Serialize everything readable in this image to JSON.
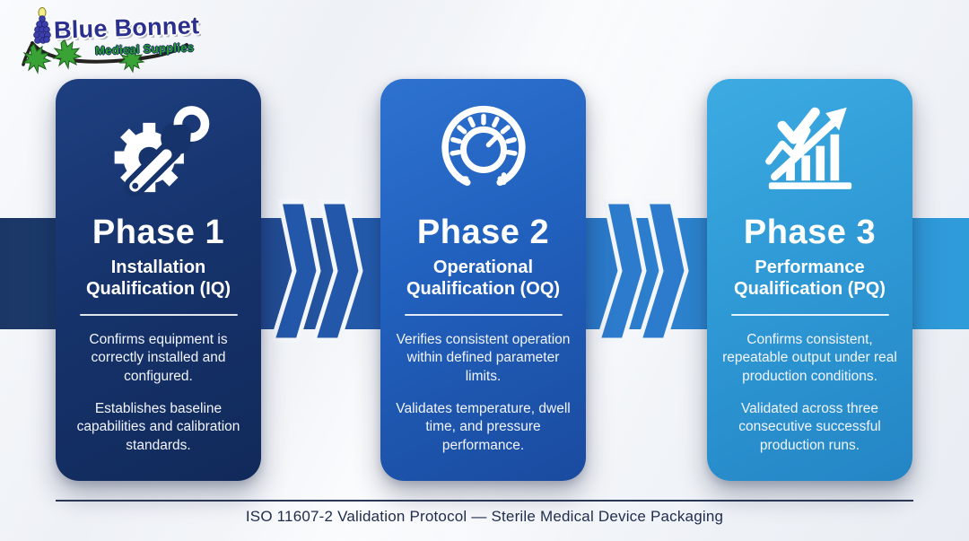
{
  "logo": {
    "name": "Blue Bonnet",
    "tagline": "Medical Supplies",
    "name_color": "#2b2f8e",
    "tagline_color": "#2aa12f",
    "flower_icon": "bluebonnet-flower-icon"
  },
  "phases": [
    {
      "title": "Phase 1",
      "subtitle": "Installation Qualification (IQ)",
      "icon": "gear-wrench-icon",
      "card_color": "#16336c",
      "body": [
        "Confirms equipment is correctly installed and configured.",
        "Establishes baseline capabilities and calibration standards."
      ]
    },
    {
      "title": "Phase 2",
      "subtitle": "Operational Qualification (OQ)",
      "icon": "control-dial-icon",
      "card_color": "#2160bd",
      "body": [
        "Verifies consistent operation within defined parameter limits.",
        "Validates temperature, dwell time, and pressure performance."
      ]
    },
    {
      "title": "Phase 3",
      "subtitle": "Performance Qualification (PQ)",
      "icon": "growth-chart-icon",
      "card_color": "#2f9ad6",
      "body": [
        "Confirms consistent, repeatable output under real production conditions.",
        "Validated across three consecutive successful production runs."
      ]
    }
  ],
  "flow": {
    "band_gradient": [
      "#1b3766",
      "#2f9cda"
    ],
    "chevron1_color": "#2357a9",
    "chevron2_color": "#2d7bcd"
  },
  "footer": {
    "text": "ISO 11607-2 Validation Protocol — Sterile Medical Device Packaging"
  }
}
